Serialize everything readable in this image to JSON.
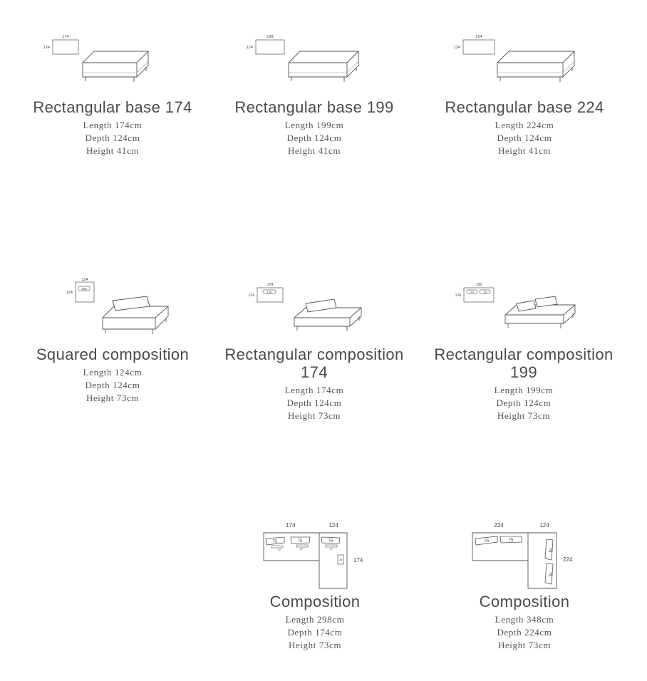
{
  "products": [
    {
      "title": "Rectangular base 174",
      "title_line2": "",
      "dims": {
        "top": "174",
        "side": "124"
      },
      "specs": [
        "Length 174cm",
        "Depth 124cm",
        "Height 41cm"
      ]
    },
    {
      "title": "Rectangular base 199",
      "title_line2": "",
      "dims": {
        "top": "199",
        "side": "124"
      },
      "specs": [
        "Length 199cm",
        "Depth 124cm",
        "Height 41cm"
      ]
    },
    {
      "title": "Rectangular base 224",
      "title_line2": "",
      "dims": {
        "top": "224",
        "side": "124"
      },
      "specs": [
        "Length 224cm",
        "Depth 124cm",
        "Height 41cm"
      ]
    },
    {
      "title": "Squared composition",
      "title_line2": "",
      "dims": {
        "top": "124",
        "side": "124",
        "cushion": "105"
      },
      "specs": [
        "Length 124cm",
        "Depth 124cm",
        "Height 73cm"
      ]
    },
    {
      "title": "Rectangular composition",
      "title_line2": "174",
      "dims": {
        "top": "174",
        "side": "124",
        "cushion": "100"
      },
      "specs": [
        "Length 174cm",
        "Depth 124cm",
        "Height 73cm"
      ]
    },
    {
      "title": "Rectangular composition",
      "title_line2": "199",
      "dims": {
        "top": "199",
        "side": "124",
        "cushion_a": "75",
        "cushion_b": "75"
      },
      "specs": [
        "Length 199cm",
        "Depth 124cm",
        "Height 73cm"
      ]
    },
    {
      "title": "Composition",
      "title_line2": "",
      "dims": {
        "top_a": "174",
        "top_b": "124",
        "side": "174",
        "cushion_a": "75",
        "cushion_b": "75",
        "cushion_c": "75",
        "small_a": "57",
        "small_b": "57",
        "small_c": "57",
        "tray": "28"
      },
      "specs": [
        "Length 298cm",
        "Depth 174cm",
        "Height 73cm"
      ]
    },
    {
      "title": "Composition",
      "title_line2": "",
      "dims": {
        "top_a": "224",
        "top_b": "124",
        "side": "224",
        "cushion_a": "75",
        "cushion_b": "75",
        "cushion_c": "75",
        "cushion_d": "75"
      },
      "specs": [
        "Length 348cm",
        "Depth 224cm",
        "Height 73cm"
      ]
    }
  ]
}
